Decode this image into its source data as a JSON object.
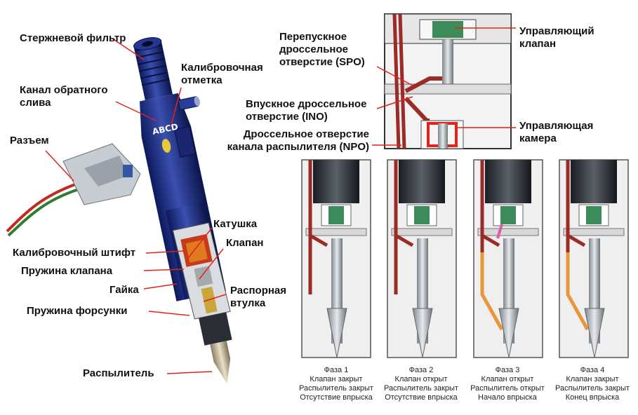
{
  "labels": {
    "rod_filter": "Стержневой фильтр",
    "calibration_mark": "Калибровочная\nотметка",
    "return_channel": "Канал обратного\nслива",
    "connector": "Разъем",
    "body_marking": "ABCD",
    "coil": "Катушка",
    "valve": "Клапан",
    "calibration_pin": "Калибровочный штифт",
    "valve_spring": "Пружина клапана",
    "nut": "Гайка",
    "spacer_sleeve": "Распорная\nвтулка",
    "injector_spring": "Пружина форсунки",
    "nozzle": "Распылитель",
    "spo": "Перепускное\nдроссельное\nотверстие (SPO)",
    "ino": "Впускное дроссельное\nотверстие (INO)",
    "npo": "Дроссельное отверстие\nканала распылителя (NPO)",
    "control_valve": "Управляющий\nклапан",
    "control_chamber": "Управляющая\nкамера"
  },
  "phases": [
    {
      "title": "Фаза 1",
      "valve": "Клапан закрыт",
      "nozzle": "Распылитель закрыт",
      "injection": "Отсутствие впрыска"
    },
    {
      "title": "Фаза 2",
      "valve": "Клапан открыт",
      "nozzle": "Распылитель закрыт",
      "injection": "Отсутствие впрыска"
    },
    {
      "title": "Фаза 3",
      "valve": "Клапан открыт",
      "nozzle": "Распылитель открыт",
      "injection": "Начало впрыска"
    },
    {
      "title": "Фаза 4",
      "valve": "Клапан закрыт",
      "nozzle": "Распылитель закрыт",
      "injection": "Конец впрыска"
    }
  ],
  "colors": {
    "leader": "#e2231a",
    "body": "#1f2f86",
    "fuel_line": "#9a2b26",
    "green_part": "#3d8a5a",
    "steel": "#b9bec4"
  }
}
